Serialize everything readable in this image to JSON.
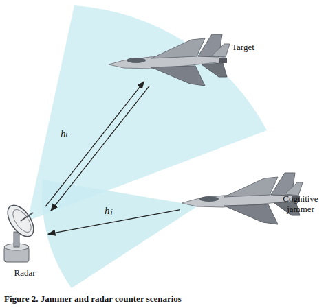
{
  "diagram": {
    "caption": "Figure 2. Jammer and radar counter scenarios",
    "nodes": [
      {
        "text": [
          "Radar"
        ]
      },
      {
        "text": [
          "Target"
        ]
      },
      {
        "text": [
          "Cognitive jammer"
        ]
      }
    ],
    "edges": [
      {
        "from": 0,
        "to": 1,
        "arrow": "to",
        "label": "hₜ"
      },
      {
        "from": 1,
        "to": 0,
        "arrow": "to"
      },
      {
        "from": 2,
        "to": 0,
        "arrow": "to",
        "label": "hⱼ"
      }
    ]
  }
}
